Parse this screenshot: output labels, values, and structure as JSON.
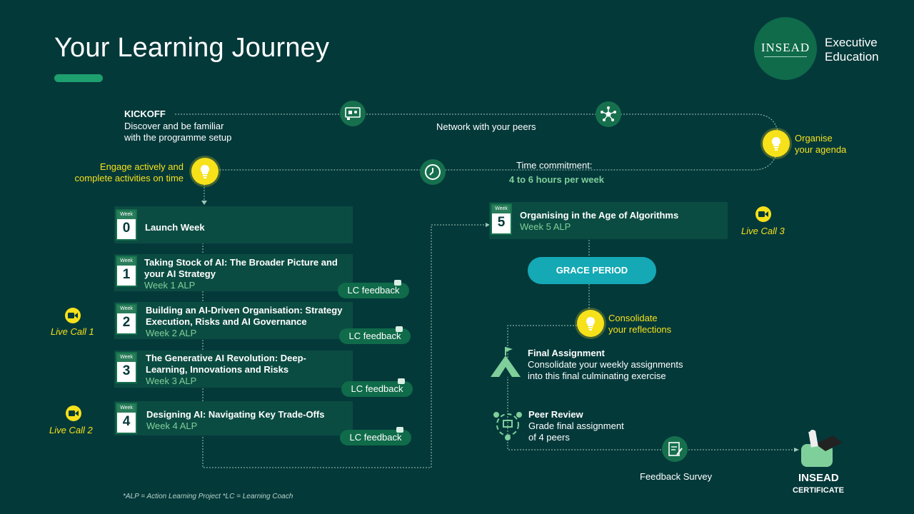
{
  "header": {
    "title": "Your Learning Journey"
  },
  "logo": {
    "name": "INSEAD",
    "line1": "Executive",
    "line2": "Education"
  },
  "kickoff": {
    "title": "KICKOFF",
    "line1": "Discover and be familiar",
    "line2": "with the programme setup"
  },
  "network": {
    "label": "Network with your peers"
  },
  "organise": {
    "line1": "Organise",
    "line2": "your agenda"
  },
  "engage": {
    "line1": "Engage actively and",
    "line2": "complete activities on time"
  },
  "time": {
    "line1": "Time commitment:",
    "line2": "4 to 6 hours per week"
  },
  "weeks": [
    {
      "week_label": "Week",
      "num": "0",
      "title1": "Launch Week",
      "title2": "",
      "sub": ""
    },
    {
      "week_label": "Week",
      "num": "1",
      "title1": "Taking Stock of AI: The Broader Picture and",
      "title2": "your AI Strategy",
      "sub": "Week 1 ALP",
      "lc": "LC feedback"
    },
    {
      "week_label": "Week",
      "num": "2",
      "title1": "Building an AI-Driven Organisation: Strategy",
      "title2": "Execution, Risks and AI Governance",
      "sub": "Week 2 ALP",
      "lc": "LC feedback"
    },
    {
      "week_label": "Week",
      "num": "3",
      "title1": "The Generative AI Revolution: Deep-",
      "title2": "Learning, Innovations and Risks",
      "sub": "Week 3 ALP",
      "lc": "LC feedback"
    },
    {
      "week_label": "Week",
      "num": "4",
      "title1": "Designing AI: Navigating Key Trade-Offs",
      "title2": "",
      "sub": "Week 4 ALP",
      "lc": "LC feedback"
    },
    {
      "week_label": "Week",
      "num": "5",
      "title1": "Organising in the Age of Algorithms",
      "title2": "",
      "sub": "Week 5 ALP"
    }
  ],
  "live_calls": [
    "Live Call 1",
    "Live Call 2",
    "Live Call 3"
  ],
  "grace": "GRACE PERIOD",
  "consolidate": {
    "line1": "Consolidate",
    "line2": "your reflections"
  },
  "final": {
    "title": "Final Assignment",
    "line1": "Consolidate your weekly assignments",
    "line2": "into this final culminating exercise"
  },
  "peer": {
    "title": "Peer Review",
    "line1": "Grade final assignment",
    "line2": "of 4 peers"
  },
  "survey": "Feedback Survey",
  "certificate": {
    "line1": "INSEAD",
    "line2": "CERTIFICATE"
  },
  "footnote": "*ALP = Action Learning Project   *LC = Learning Coach",
  "colors": {
    "background": "#04393a",
    "accent_green": "#1da06e",
    "yellow": "#f6e11a",
    "grace_teal": "#14a9b5"
  },
  "icons": [
    "computer-icon",
    "network-icon",
    "lightbulb-icon",
    "clock-icon",
    "calendar-icon",
    "video-camera-icon",
    "mountain-flag-icon",
    "peer-review-icon",
    "survey-icon",
    "graduation-cap-icon"
  ]
}
